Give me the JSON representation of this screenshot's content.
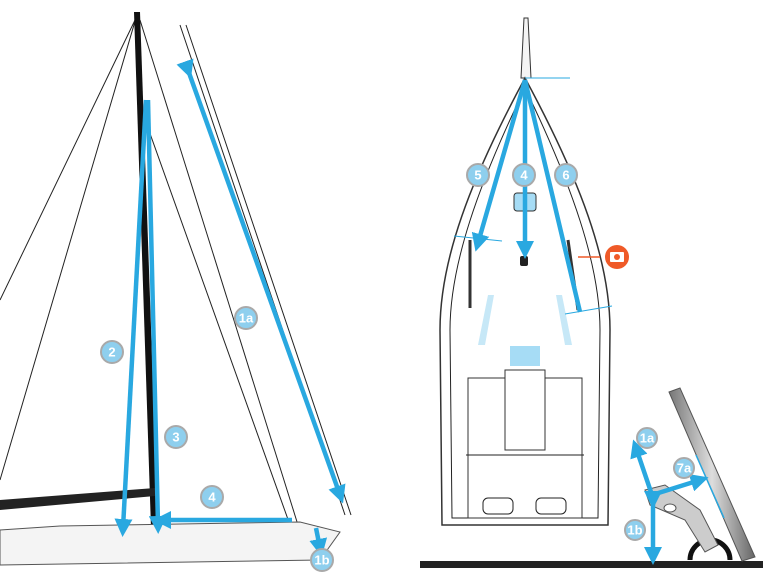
{
  "colors": {
    "arrow": "#29a8e0",
    "badge": "#8ecfee",
    "camera": "#ef5a28",
    "hull_fill": "#f4f4f4"
  },
  "side_view": {
    "labels": [
      "1a",
      "2",
      "3",
      "4",
      "1b"
    ]
  },
  "top_view": {
    "labels": [
      "5",
      "4",
      "6"
    ],
    "icon": "camera-icon"
  },
  "detail_view": {
    "labels": [
      "1a",
      "7a",
      "1b"
    ]
  }
}
